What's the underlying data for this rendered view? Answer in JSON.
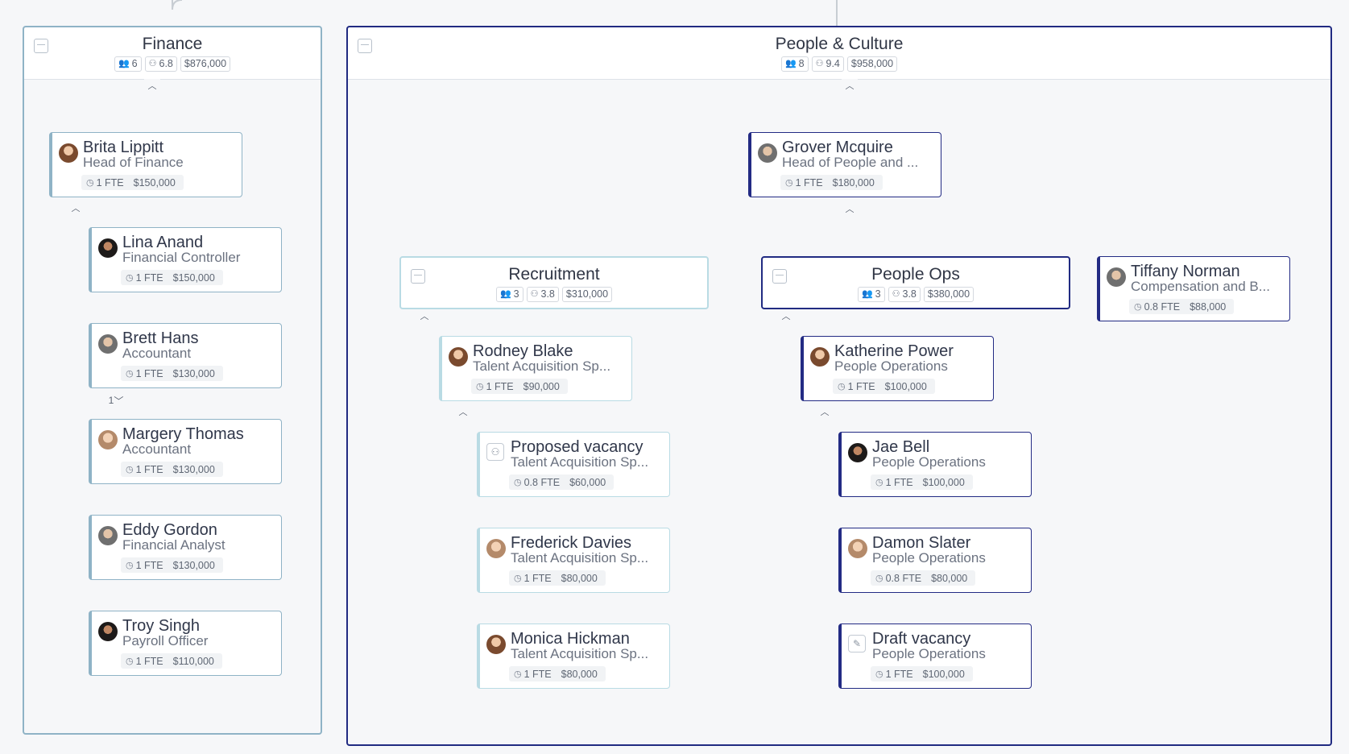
{
  "departments": {
    "finance": {
      "title": "Finance",
      "headcount": "6",
      "fte": "6.8",
      "budget": "$876,000",
      "head": {
        "name": "Brita Lippitt",
        "role": "Head of Finance",
        "fte": "1 FTE",
        "salary": "$150,000"
      },
      "members": [
        {
          "name": "Lina Anand",
          "role": "Financial Controller",
          "fte": "1 FTE",
          "salary": "$150,000"
        },
        {
          "name": "Brett Hans",
          "role": "Accountant",
          "fte": "1 FTE",
          "salary": "$130,000",
          "reports_badge": "1"
        },
        {
          "name": "Margery Thomas",
          "role": "Accountant",
          "fte": "1 FTE",
          "salary": "$130,000"
        },
        {
          "name": "Eddy Gordon",
          "role": "Financial Analyst",
          "fte": "1 FTE",
          "salary": "$130,000"
        },
        {
          "name": "Troy Singh",
          "role": "Payroll Officer",
          "fte": "1 FTE",
          "salary": "$110,000"
        }
      ]
    },
    "people_culture": {
      "title": "People & Culture",
      "headcount": "8",
      "fte": "9.4",
      "budget": "$958,000",
      "head": {
        "name": "Grover Mcquire",
        "role": "Head of People and ...",
        "fte": "1 FTE",
        "salary": "$180,000"
      },
      "recruitment": {
        "title": "Recruitment",
        "headcount": "3",
        "fte": "3.8",
        "budget": "$310,000",
        "lead": {
          "name": "Rodney Blake",
          "role": "Talent Acquisition Sp...",
          "fte": "1 FTE",
          "salary": "$90,000"
        },
        "members": [
          {
            "name": "Proposed vacancy",
            "role": "Talent Acquisition Sp...",
            "fte": "0.8 FTE",
            "salary": "$60,000"
          },
          {
            "name": "Frederick Davies",
            "role": "Talent Acquisition Sp...",
            "fte": "1 FTE",
            "salary": "$80,000"
          },
          {
            "name": "Monica Hickman",
            "role": "Talent Acquisition Sp...",
            "fte": "1 FTE",
            "salary": "$80,000"
          }
        ]
      },
      "people_ops": {
        "title": "People Ops",
        "headcount": "3",
        "fte": "3.8",
        "budget": "$380,000",
        "lead": {
          "name": "Katherine Power",
          "role": "People Operations",
          "fte": "1 FTE",
          "salary": "$100,000"
        },
        "members": [
          {
            "name": "Jae Bell",
            "role": "People Operations",
            "fte": "1 FTE",
            "salary": "$100,000"
          },
          {
            "name": "Damon Slater",
            "role": "People Operations",
            "fte": "0.8 FTE",
            "salary": "$80,000"
          },
          {
            "name": "Draft vacancy",
            "role": "People Operations",
            "fte": "1 FTE",
            "salary": "$100,000"
          }
        ]
      },
      "tiffany": {
        "name": "Tiffany Norman",
        "role": "Compensation and B...",
        "fte": "0.8 FTE",
        "salary": "$88,000"
      }
    }
  },
  "icons": {
    "headcount": "people-icon",
    "fte": "fte-person-icon",
    "clock": "clock-icon",
    "collapse": "chevron-up-icon",
    "expand": "chevron-down-icon"
  },
  "colors": {
    "finance_accent": "#8fb3c6",
    "people_accent": "#212b82",
    "recruitment_accent": "#b9dbe4"
  }
}
